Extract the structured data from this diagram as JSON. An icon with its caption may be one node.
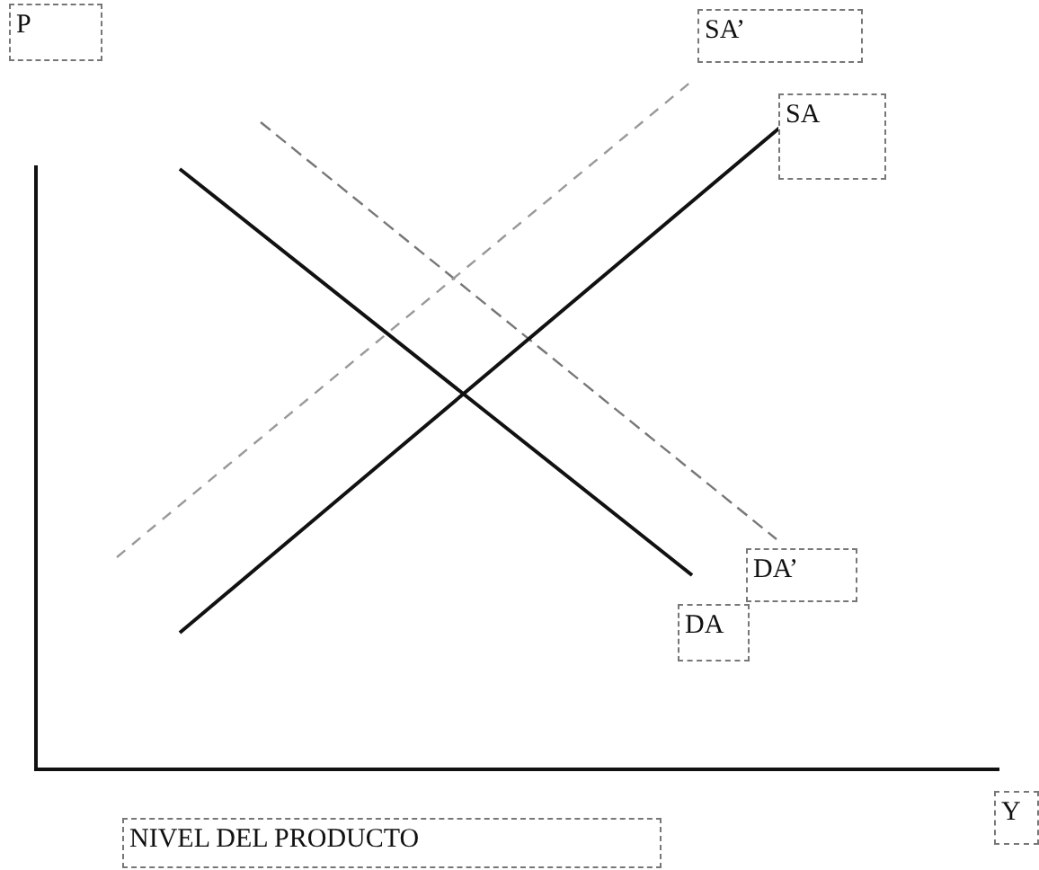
{
  "diagram": {
    "labels": [
      "P",
      "SA’",
      "SA",
      "DA’",
      "DA",
      "Y",
      "NIVEL DEL PRODUCTO"
    ]
  }
}
